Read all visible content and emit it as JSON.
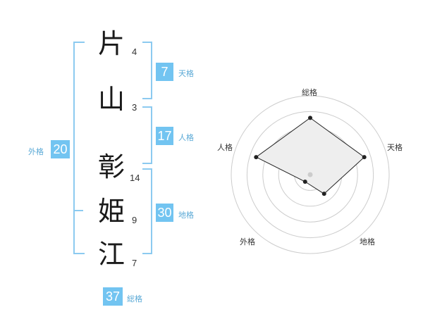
{
  "name_chars": [
    {
      "char": "片",
      "strokes": "4"
    },
    {
      "char": "山",
      "strokes": "3"
    },
    {
      "char": "彰",
      "strokes": "14"
    },
    {
      "char": "姫",
      "strokes": "9"
    },
    {
      "char": "江",
      "strokes": "7"
    }
  ],
  "fortunes": {
    "tenkaku": {
      "value": "7",
      "label": "天格"
    },
    "jinkaku": {
      "value": "17",
      "label": "人格"
    },
    "chikaku": {
      "value": "30",
      "label": "地格"
    },
    "gaikaku": {
      "value": "20",
      "label": "外格"
    },
    "soukaku": {
      "value": "37",
      "label": "総格"
    }
  },
  "radar": {
    "axes": [
      {
        "label": "総格",
        "value": 0.72
      },
      {
        "label": "天格",
        "value": 0.72
      },
      {
        "label": "地格",
        "value": 0.3
      },
      {
        "label": "外格",
        "value": 0.11
      },
      {
        "label": "人格",
        "value": 0.72
      }
    ],
    "fill_color": "#eeeeee",
    "line_color": "#222222",
    "ring_color": "#cccccc"
  }
}
